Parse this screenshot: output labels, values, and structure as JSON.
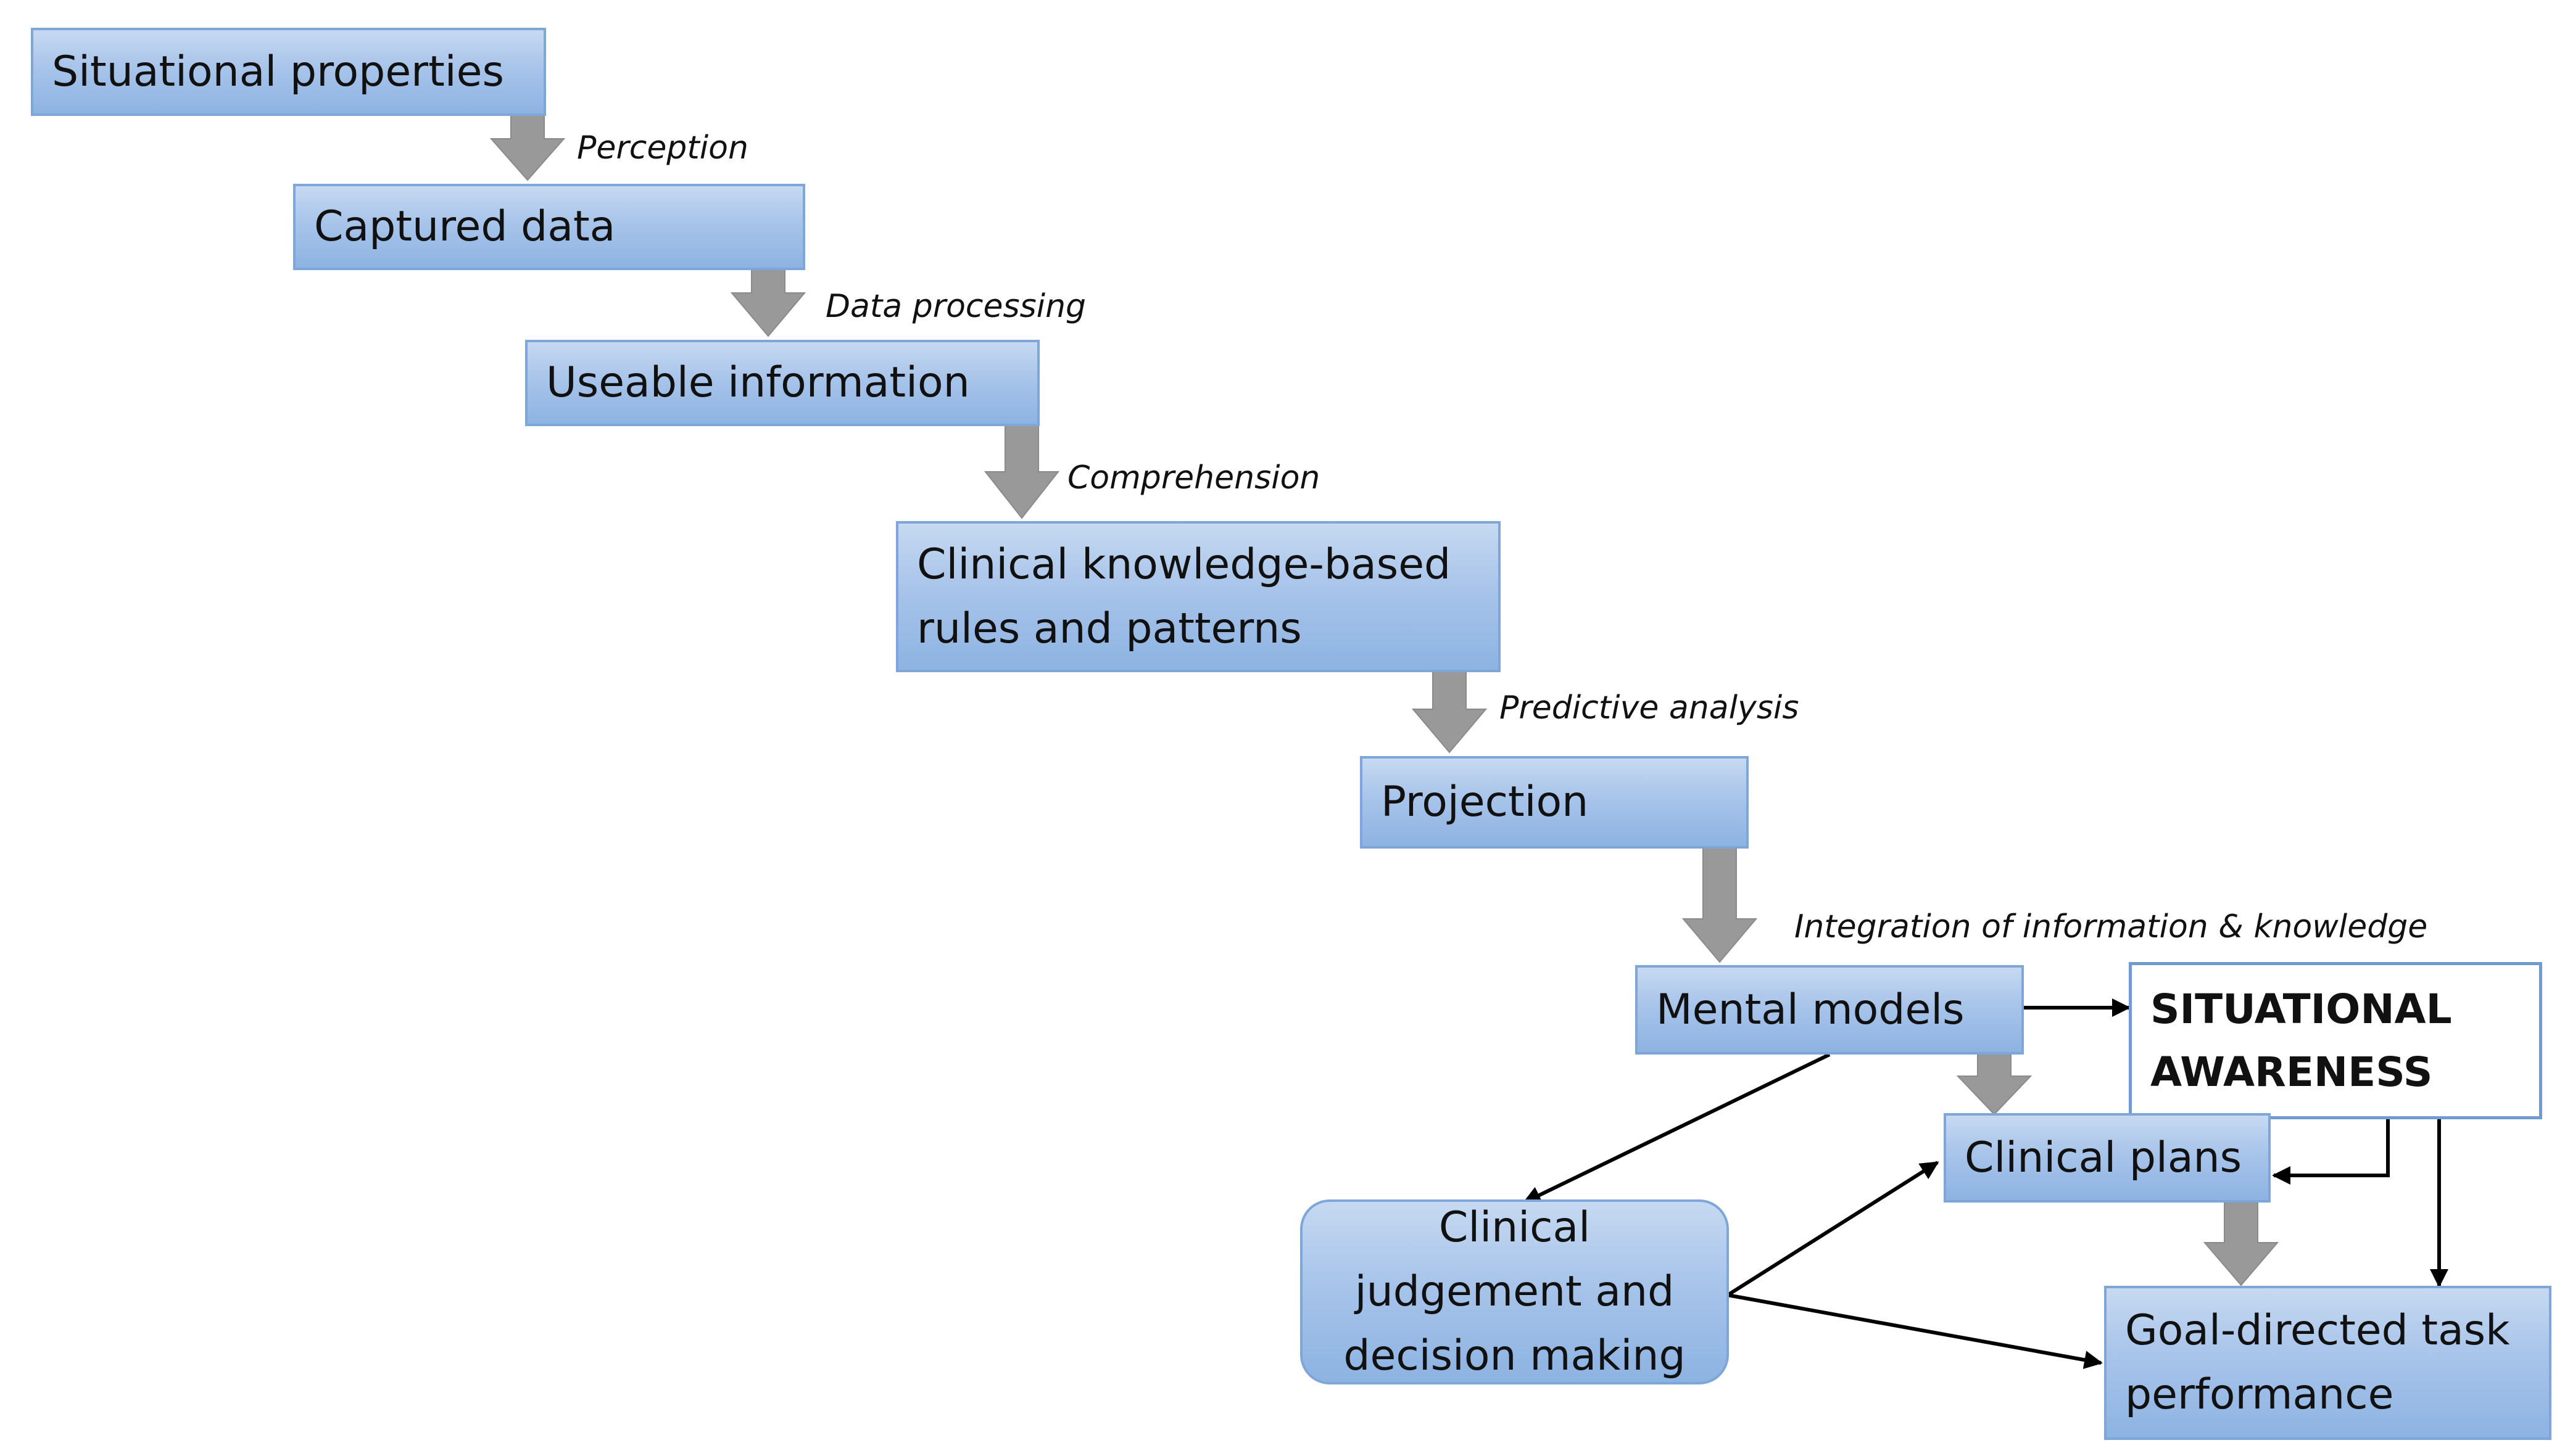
{
  "nodes": {
    "situational_properties": "Situational properties",
    "captured_data": "Captured data",
    "useable_information": "Useable information",
    "clinical_knowledge": [
      "Clinical knowledge-based",
      "rules and patterns"
    ],
    "projection": "Projection",
    "mental_models": "Mental models",
    "situational_awareness": [
      "SITUATIONAL",
      "AWARENESS"
    ],
    "clinical_plans": "Clinical plans",
    "clinical_judgement": [
      "Clinical",
      "judgement and",
      "decision making"
    ],
    "goal_directed": [
      "Goal-directed task",
      "performance"
    ]
  },
  "labels": {
    "perception": "Perception",
    "data_processing": "Data processing",
    "comprehension": "Comprehension",
    "predictive_analysis": "Predictive analysis",
    "integration": "Integration of information & knowledge"
  },
  "colors": {
    "box_fill_top": "#c6d9f1",
    "box_fill_bottom": "#8db3e2",
    "box_border": "#7ea6d8",
    "block_arrow": "#999999",
    "thin_arrow": "#000000"
  }
}
